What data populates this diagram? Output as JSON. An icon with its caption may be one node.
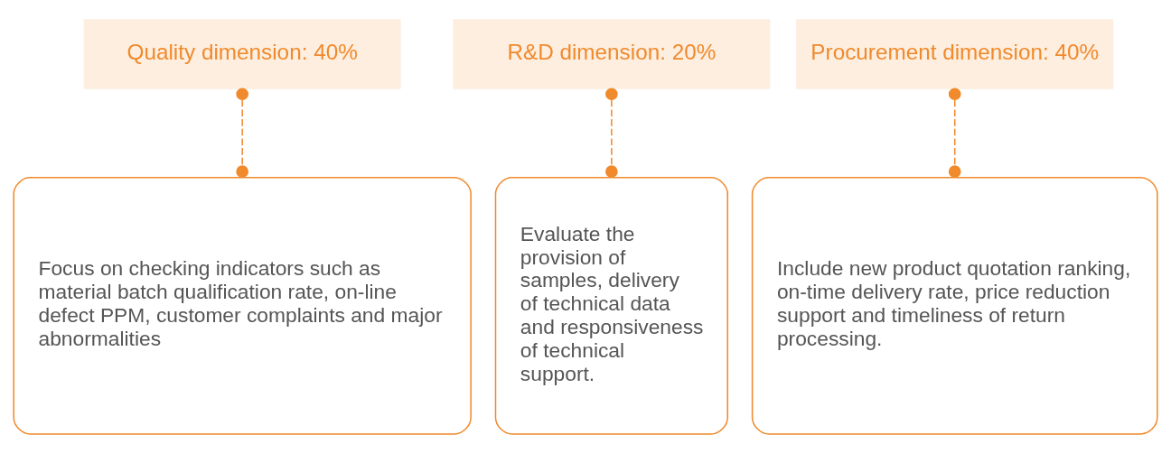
{
  "diagram": {
    "nodes": [
      {
        "text": [
          "Quality dimension: 40%"
        ]
      },
      {
        "text": [
          "R&D dimension: 20%"
        ]
      },
      {
        "text": [
          "Procurement dimension: 40%"
        ]
      },
      {
        "text": [
          "Focus on checking indicators such as material batch qualification rate, on-line defect PPM, customer complaints and major abnormalities"
        ]
      },
      {
        "text": [
          "Evaluate the provision of samples, delivery of technical data and responsiveness of technical support."
        ]
      },
      {
        "text": [
          "Include new product quotation ranking, on-time delivery rate, price reduction support and timeliness of return processing."
        ]
      }
    ],
    "edges": [
      {
        "from": 0,
        "to": 3,
        "arrow": "other",
        "style": "dashed"
      },
      {
        "from": 1,
        "to": 4,
        "arrow": "other",
        "style": "dashed"
      },
      {
        "from": 2,
        "to": 5,
        "arrow": "other",
        "style": "dashed"
      }
    ]
  }
}
